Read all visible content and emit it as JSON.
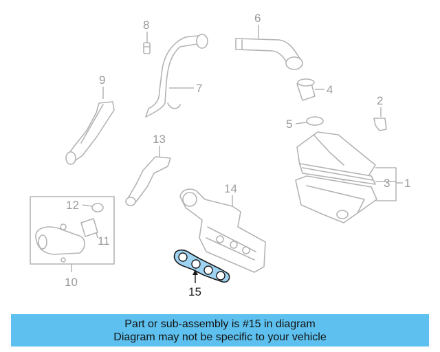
{
  "diagram": {
    "callouts": {
      "c1": "1",
      "c2": "2",
      "c3": "3",
      "c4": "4",
      "c5": "5",
      "c6": "6",
      "c7": "7",
      "c8": "8",
      "c9": "9",
      "c10": "10",
      "c11": "11",
      "c12": "12",
      "c13": "13",
      "c14": "14",
      "c15": "15"
    },
    "highlight_part": "15",
    "colors": {
      "highlight_fill": "#9fd3f2",
      "line_gray": "#b3b3b3",
      "banner_bg": "#5ec0ee"
    }
  },
  "banner": {
    "line1": "Part or sub-assembly is #15 in diagram",
    "line2": "Diagram may not be specific to your vehicle"
  }
}
